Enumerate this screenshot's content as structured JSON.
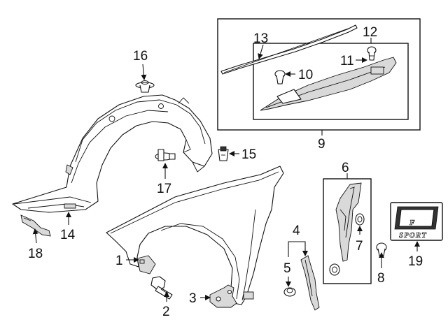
{
  "callouts": {
    "c1": "1",
    "c2": "2",
    "c3": "3",
    "c4": "4",
    "c5": "5",
    "c6": "6",
    "c7": "7",
    "c8": "8",
    "c9": "9",
    "c10": "10",
    "c11": "11",
    "c12": "12",
    "c13": "13",
    "c14": "14",
    "c15": "15",
    "c16": "16",
    "c17": "17",
    "c18": "18",
    "c19": "19"
  },
  "emblem": {
    "letter": "F",
    "word": "SPORT"
  },
  "colors": {
    "line": "#111111",
    "shade": "#d9d9d9",
    "background": "#ffffff"
  }
}
